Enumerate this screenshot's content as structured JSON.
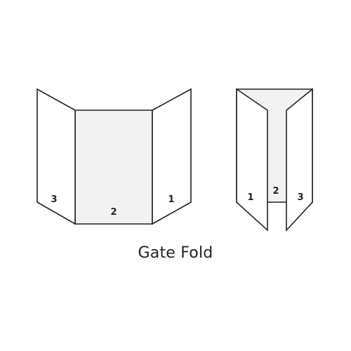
{
  "caption": "Gate Fold",
  "colors": {
    "outline": "#222222",
    "panel_white": "#ffffff",
    "panel_gray": "#f2f2f2"
  },
  "open_fold": {
    "left_panel_number": "3",
    "center_panel_number": "2",
    "right_panel_number": "1"
  },
  "closed_fold": {
    "left_flap_number": "1",
    "center_panel_number": "2",
    "right_flap_number": "3"
  }
}
